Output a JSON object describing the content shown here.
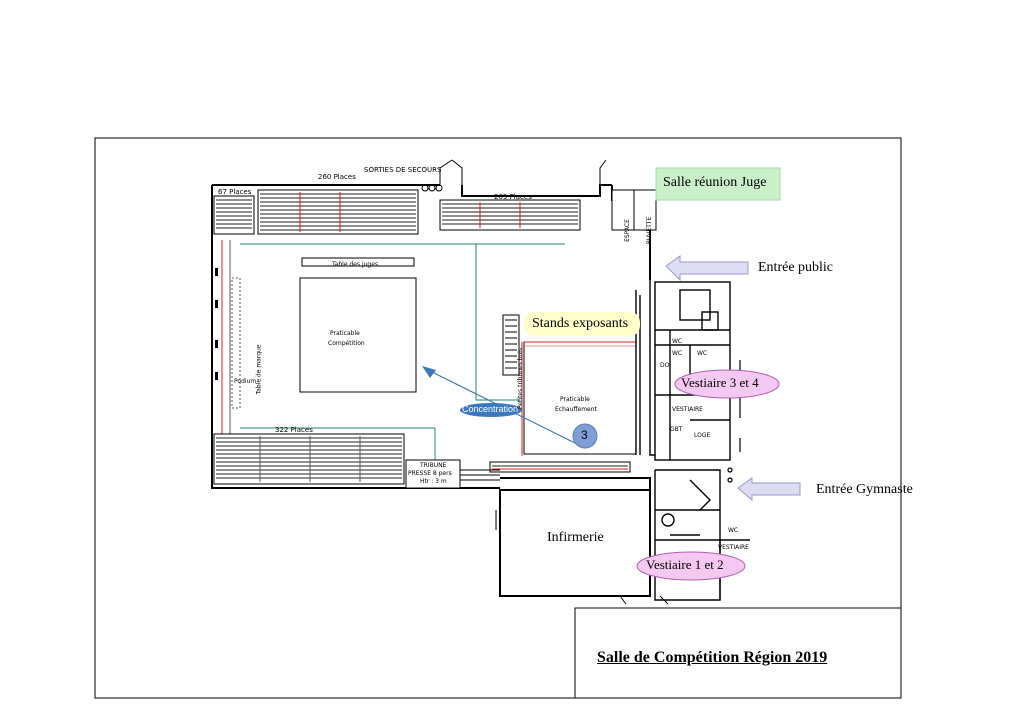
{
  "title": "Salle de Compétition Région 2019",
  "callouts": {
    "salle_reunion": "Salle réunion Juge",
    "entree_public": "Entrée public",
    "entree_gymnaste": "Entrée Gymnaste",
    "stands": "Stands exposants",
    "vestiaire_34": "Vestiaire 3 et 4",
    "vestiaire_12": "Vestiaire 1 et 2",
    "concentration": "Concentration",
    "marker_3": "3",
    "infirmerie": "Infirmerie"
  },
  "plan_labels": {
    "sorties": "SORTIES DE SECOURS",
    "places_260": "260 Places",
    "places_67": "67 Places",
    "places_209": "209 Places",
    "places_322": "322 Places",
    "table_juges": "Table des juges",
    "table_marque": "Table de marque",
    "podium": "Podium",
    "praticable_comp_1": "Praticable",
    "praticable_comp_2": "Compétition",
    "praticable_ech_1": "Praticable",
    "praticable_ech_2": "Echauffement",
    "petites_tribunes": "Petites tribunes bois",
    "espace_buvette_1": "ESPACE",
    "espace_buvette_2": "BUVETTE",
    "tribune_presse_1": "TRIBUNE",
    "tribune_presse_2": "PRESSE 8 pers",
    "tribune_presse_3": "Htr : 3 m",
    "wc_1": "WC",
    "wc_2": "WC",
    "wc_3": "WC",
    "wc_4": "WC",
    "do": "DO",
    "vestiaire_a": "VESTIAIRE",
    "vestiaire_b": "VESTIAIRE",
    "gbt": "GBT",
    "loge": "LOGE"
  },
  "colors": {
    "salle_reunion_bg": "#c9f0c9",
    "arrow_fill": "#dcdcf2",
    "stands_bg": "#ffffcc",
    "vestiaire_bg": "#f4c8f0",
    "vestiaire_border": "#b060b0",
    "concentration_bg": "#3d78bf",
    "marker_bg": "#7f9fd4",
    "concentration_arrow": "#3d78bf",
    "seat_red": "#cc2222"
  }
}
